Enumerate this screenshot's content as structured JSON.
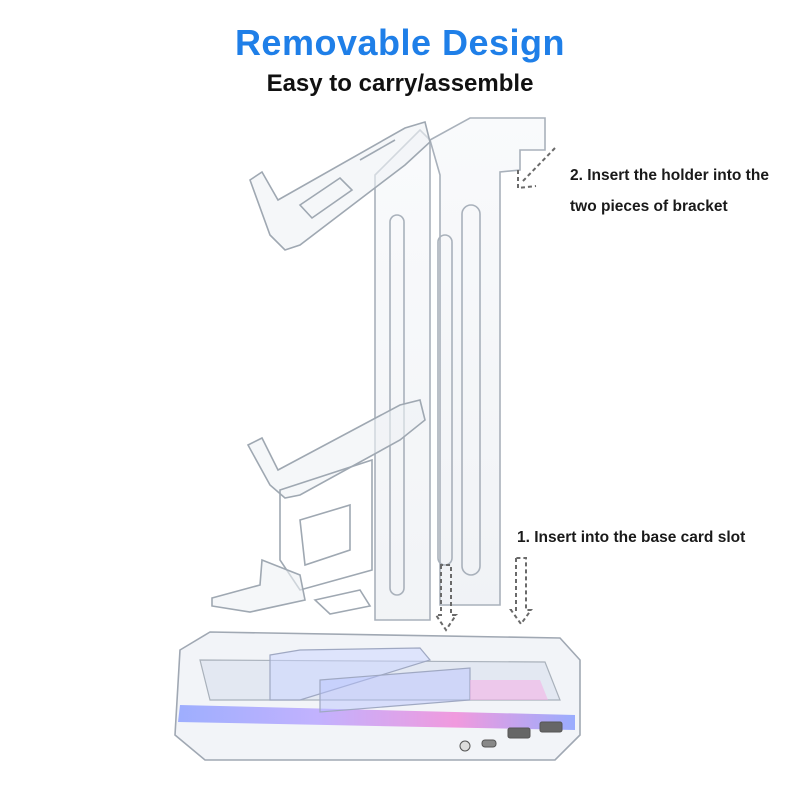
{
  "header": {
    "title": "Removable Design",
    "subtitle": "Easy to carry/assemble"
  },
  "annotations": {
    "step2_line1": "2. Insert the holder into the",
    "step2_line2": "two pieces of bracket",
    "step1": "1. Insert into the base card slot"
  },
  "colors": {
    "title_blue": "#1f7fe8",
    "text": "#1a1a1a",
    "acrylic_edge": "#aab3bd",
    "rgb_pink": "#e86bd6",
    "rgb_blue": "#6a7cf2"
  },
  "icons": [
    "dashed-arrow-down-icon",
    "dashed-arrow-diagonal-icon",
    "usb-port-icon"
  ]
}
